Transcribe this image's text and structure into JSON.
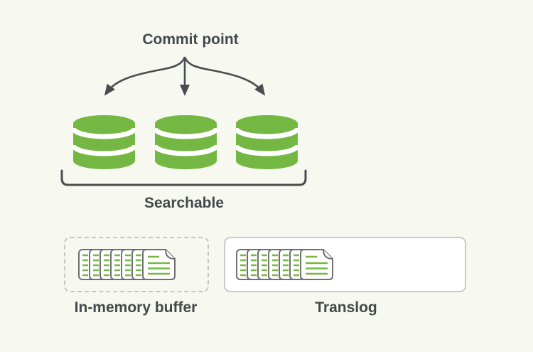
{
  "diagram": {
    "commit_point": {
      "label": "Commit point"
    },
    "searchable": {
      "label": "Searchable"
    },
    "in_memory_buffer": {
      "label": "In-memory buffer"
    },
    "translog": {
      "label": "Translog"
    },
    "segments": {
      "count": 3,
      "icon": "database-icon"
    },
    "buffer_icon": "documents-stack-icon",
    "translog_icon": "documents-stack-icon"
  },
  "colors": {
    "background": "#f7f8f0",
    "segment_green": "#74b843",
    "doc_line_green": "#76b843",
    "label_text": "#45484b",
    "arrow_stroke": "#4a4d4f",
    "doc_outline": "#6e6f6e",
    "dashed_border": "#c5c6c0",
    "solid_border": "#c9cac4",
    "box_fill": "#ffffff"
  }
}
